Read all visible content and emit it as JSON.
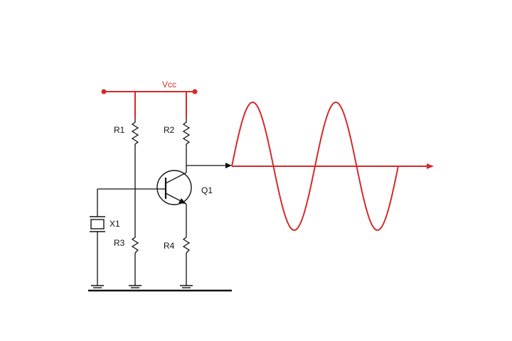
{
  "supply": {
    "label": "Vcc",
    "color": "#d42a2a"
  },
  "components": {
    "r1": "R1",
    "r2": "R2",
    "r3": "R3",
    "r4": "R4",
    "q1": "Q1",
    "x1": "X1"
  },
  "waveform": {
    "type": "sine",
    "cycles": 2,
    "color": "#d42a2a"
  },
  "colors": {
    "wire": "#111111",
    "accent": "#d42a2a"
  }
}
